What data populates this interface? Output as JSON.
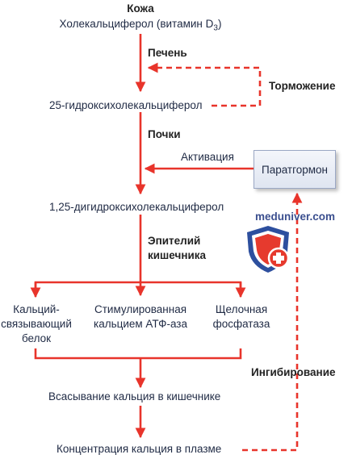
{
  "nodes": {
    "skin_title": "Кожа",
    "skin_subtitle": "Холекальциферол (витамин D",
    "skin_subscript": "3",
    "skin_close": ")",
    "liver": "Печень",
    "hydroxy25": "25-гидроксихолекальциферол",
    "kidneys": "Почки",
    "dihydroxy": "1,25-дигидроксихолекальциферол",
    "epithelium_line1": "Эпителий",
    "epithelium_line2": "кишечника",
    "protein_line1": "Кальций-",
    "protein_line2": "связывающий",
    "protein_line3": "белок",
    "atpase_line1": "Стимулированная",
    "atpase_line2": "кальцием АТФ-аза",
    "phosphatase_line1": "Щелочная",
    "phosphatase_line2": "фосфатаза",
    "absorption": "Всасывание кальция в кишечнике",
    "plasma": "Концентрация кальция в плазме",
    "parathormone": "Паратгормон"
  },
  "labels": {
    "inhibition": "Торможение",
    "activation": "Активация",
    "inhibiting": "Ингибирование"
  },
  "watermark": "meduniver.com",
  "colors": {
    "arrow": "#e8342b",
    "text": "#1f2a44",
    "box_border": "#9aa7c4",
    "shield_blue": "#2d4f9e",
    "shield_red": "#e63a2e"
  }
}
